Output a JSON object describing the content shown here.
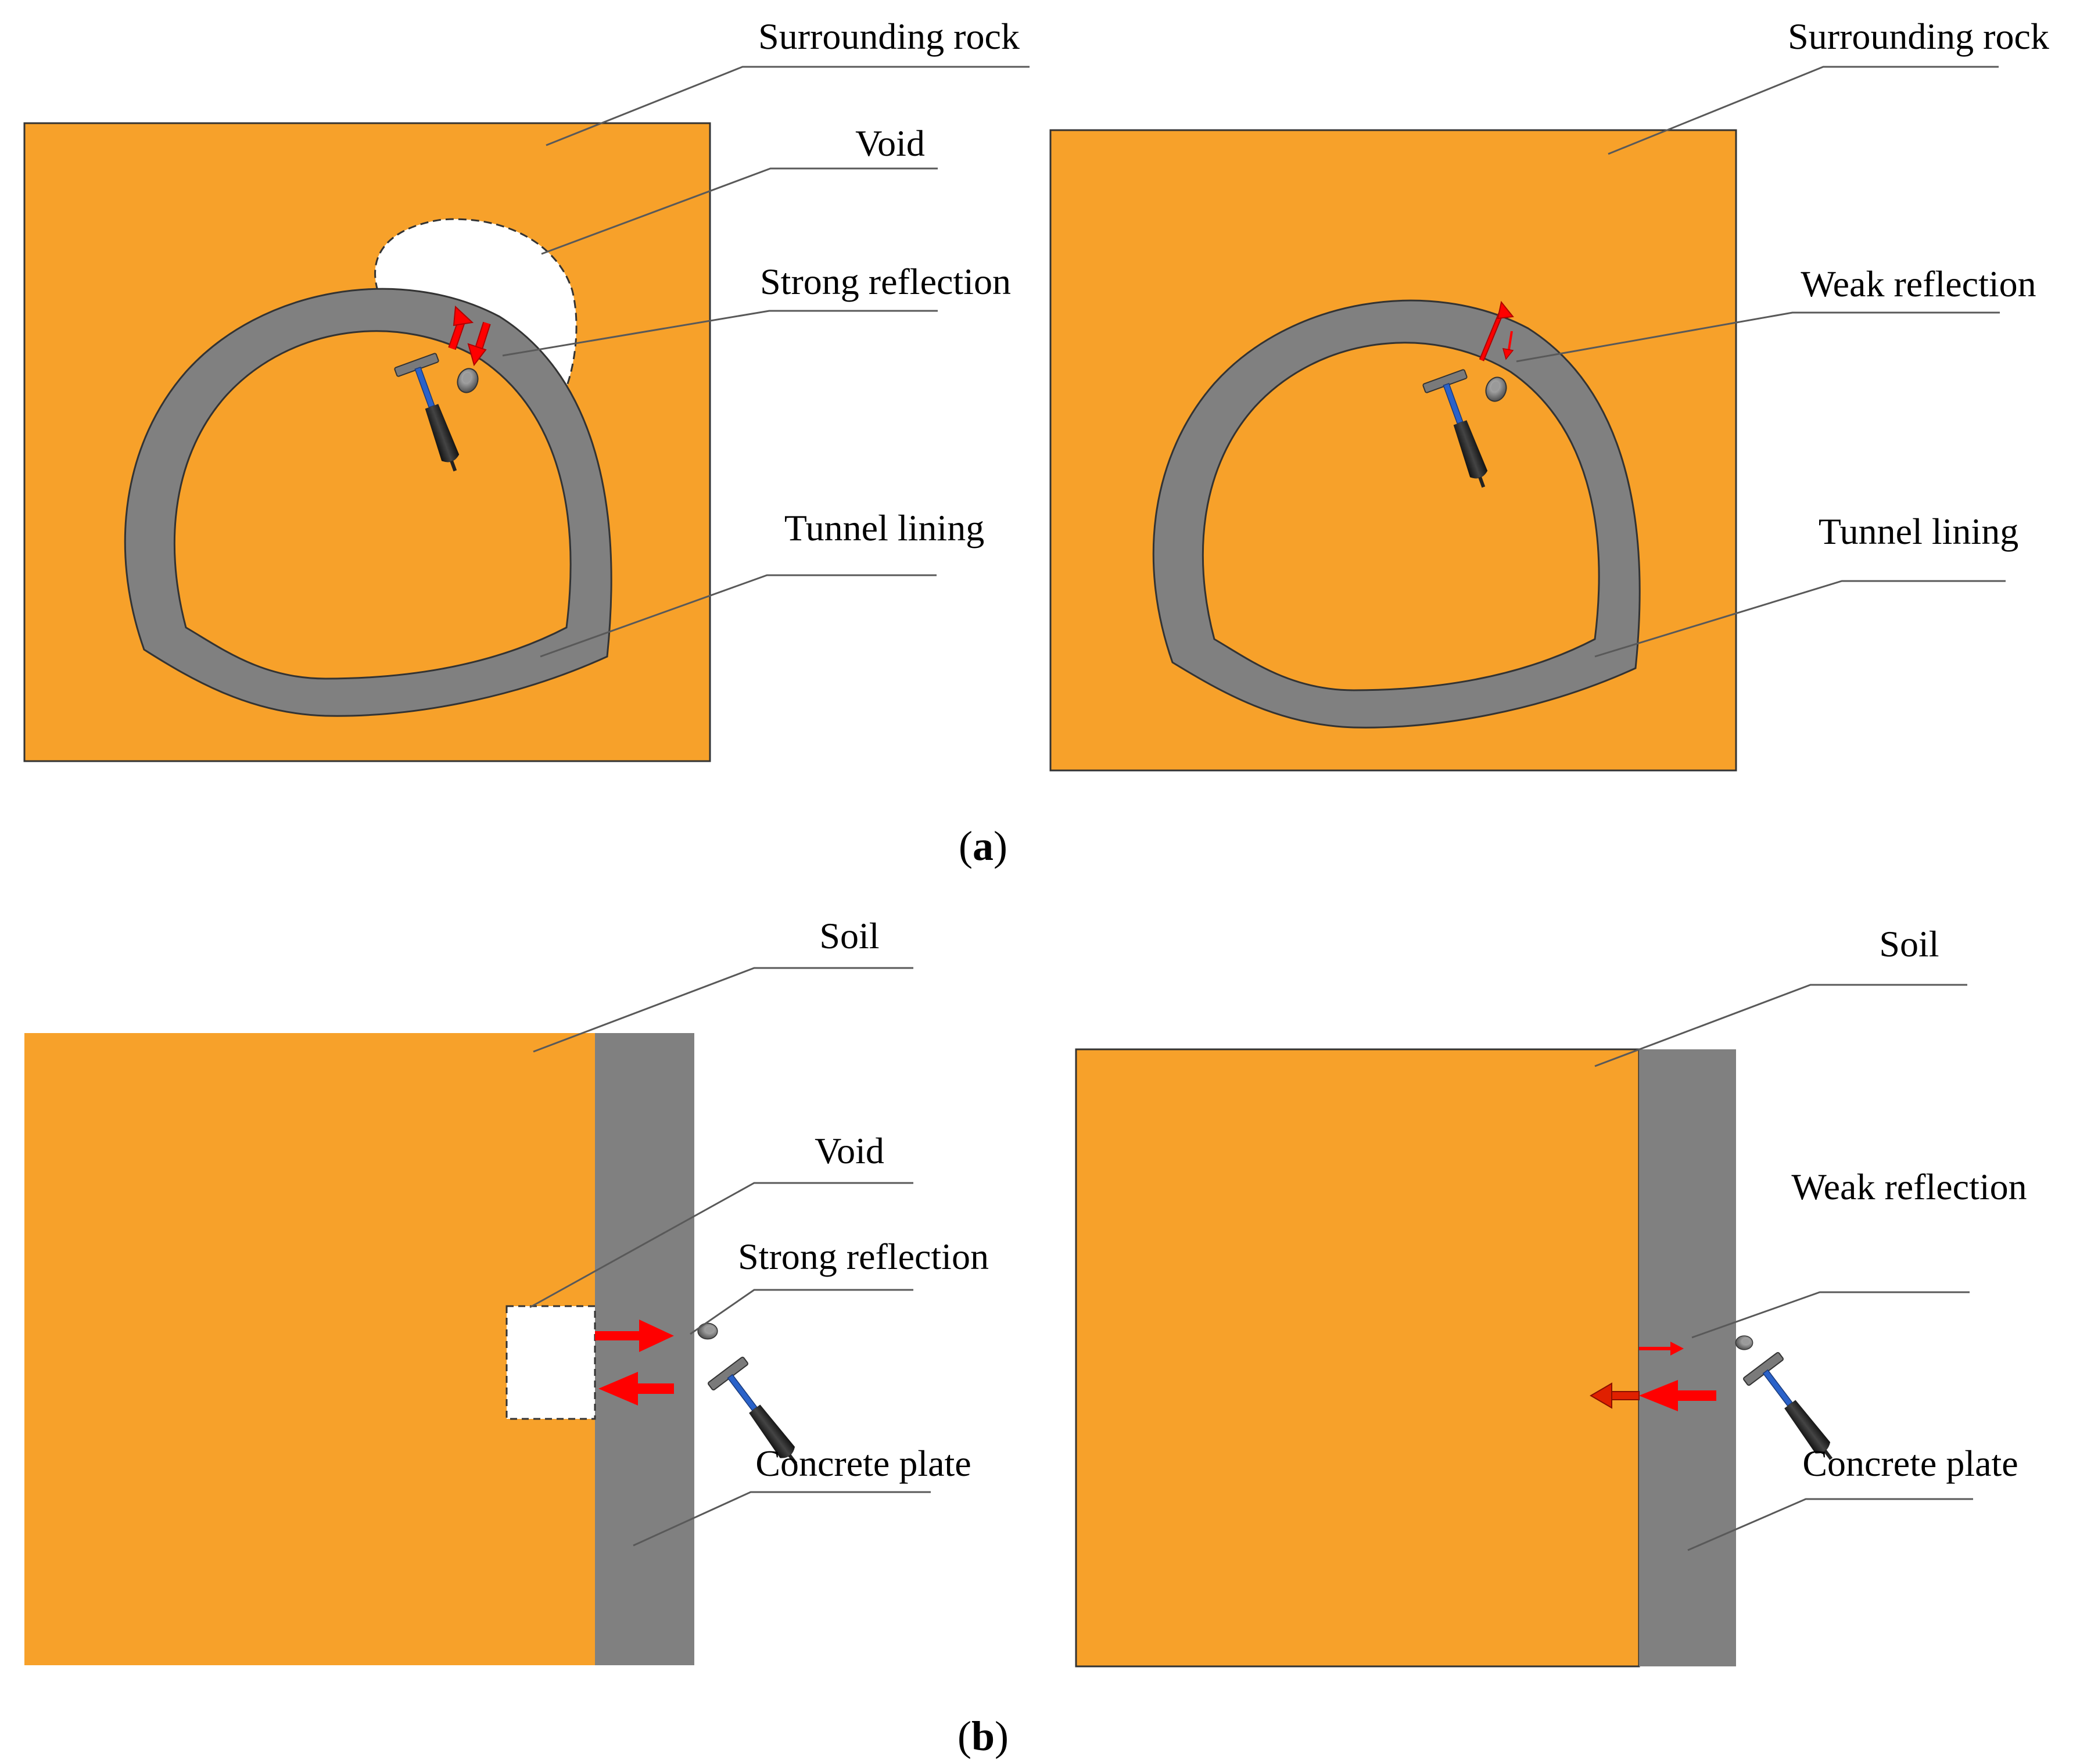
{
  "colors": {
    "rock": "#F7A12A",
    "lining": "#808080",
    "void_fill": "#FFFFFF",
    "arrow": "#FF0000",
    "leader": "#595959",
    "outline": "#333333"
  },
  "panel_a": {
    "caption_letter": "a",
    "left": {
      "surrounding_rock": "Surrounding rock",
      "void": "Void",
      "strong_reflection": "Strong reflection",
      "tunnel_lining": "Tunnel lining"
    },
    "right": {
      "surrounding_rock": "Surrounding rock",
      "weak_reflection": "Weak reflection",
      "tunnel_lining": "Tunnel lining"
    }
  },
  "panel_b": {
    "caption_letter": "b",
    "left": {
      "soil": "Soil",
      "void": "Void",
      "strong_reflection": "Strong reflection",
      "concrete_plate": "Concrete plate"
    },
    "right": {
      "soil": "Soil",
      "weak_reflection": "Weak reflection",
      "concrete_plate": "Concrete plate"
    }
  }
}
